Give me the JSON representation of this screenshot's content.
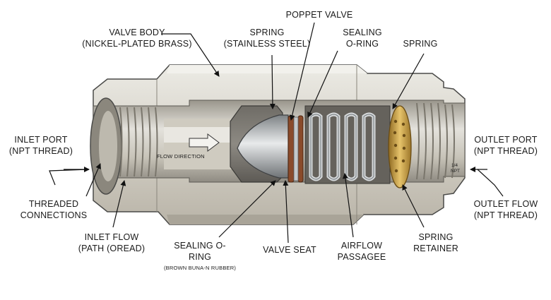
{
  "labels": {
    "valve_body": [
      "VALVE BODY",
      "(NICKEL-PLATED BRASS)"
    ],
    "spring_top": [
      "SPRING",
      "(STAINLESS STEEL)"
    ],
    "poppet_valve": [
      "POPPET VALVE"
    ],
    "sealing_oring_top": [
      "SEALING",
      "O-RING"
    ],
    "spring_right": [
      "SPRING"
    ],
    "inlet_port": [
      "INLET PORT",
      "(NPT THREAD)"
    ],
    "outlet_port": [
      "OUTLET PORT",
      "(NPT THREAD)"
    ],
    "threaded_connections": [
      "THREADED",
      "CONNECTIONS"
    ],
    "inlet_flow": [
      "INLET FLOW",
      "(PATH (OREAD)"
    ],
    "sealing_oring_bottom": [
      "SEALING O-",
      "RING"
    ],
    "sealing_oring_bottom_note": "(BROWN BUNA-N RUBBER)",
    "valve_seat": [
      "VALVE SEAT"
    ],
    "airflow_passage": [
      "AIRFLOW",
      "PASSAGEE"
    ],
    "spring_retainer": [
      "SPRING",
      "RETAINER"
    ],
    "outlet_flow": [
      "OUTLET FLOW",
      "(NPT THREAD)"
    ],
    "flow_direction": "FLOW DIRECTION",
    "npt_mark": [
      "1/4",
      "NPT"
    ]
  },
  "colors": {
    "body": "#dcd9d0",
    "body_dark": "#b7b2a5",
    "bore": "#c9c5ba",
    "poppet": "#bfc3c6",
    "oring": "#8a4a2a",
    "brass": "#c8a24a",
    "spring": "#9aa0a4",
    "outline": "#3a3a3a"
  }
}
